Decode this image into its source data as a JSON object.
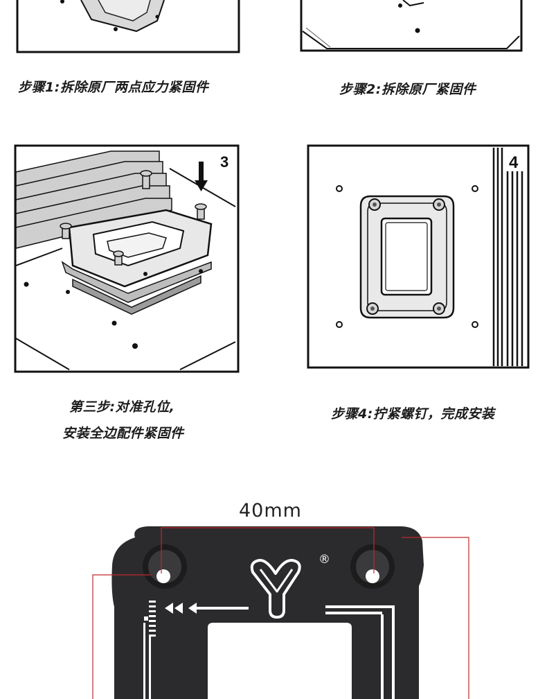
{
  "steps": [
    {
      "caption": "步骤1:拆除原厂两点应力紧固件"
    },
    {
      "caption": "步骤2:拆除原厂紧固件"
    },
    {
      "caption_line1": "第三步:对准孔位,",
      "caption_line2": "安装全边配件紧固件",
      "number": "3"
    },
    {
      "caption": "步骤4:拧紧螺钉，完成安装",
      "number": "4"
    }
  ],
  "product": {
    "dimension_label": "40mm",
    "registered_mark": "®",
    "plate_color": "#2b2b2d",
    "dimension_line_color": "#c0282c"
  }
}
